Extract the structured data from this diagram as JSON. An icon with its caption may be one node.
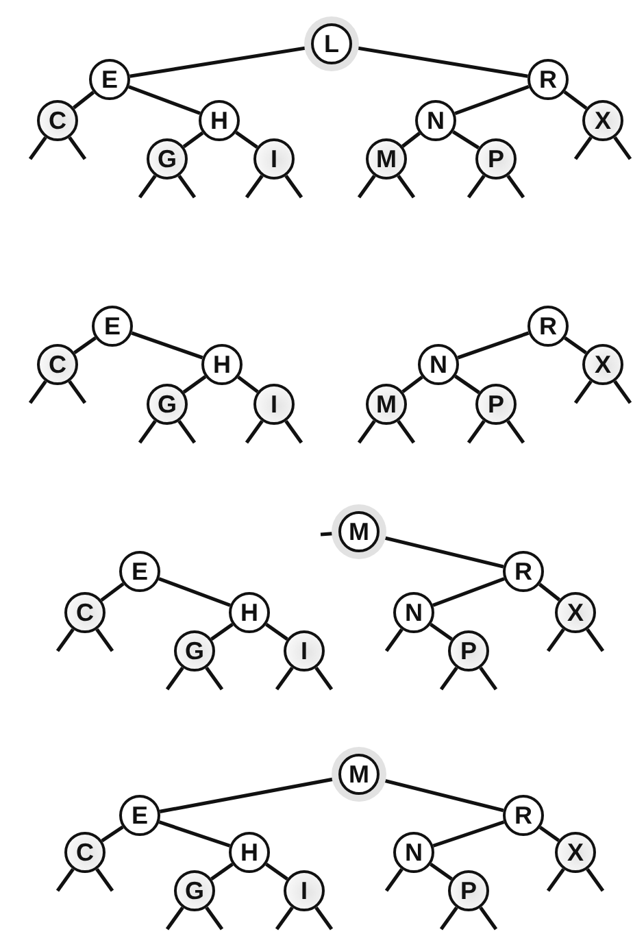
{
  "diagram": {
    "nodes": [
      {
        "text": [
          "L"
        ]
      },
      {
        "text": [
          "E"
        ]
      },
      {
        "text": [
          "R"
        ]
      },
      {
        "text": [
          "C"
        ]
      },
      {
        "text": [
          "H"
        ]
      },
      {
        "text": [
          "N"
        ]
      },
      {
        "text": [
          "X"
        ]
      },
      {
        "text": [
          "G"
        ]
      },
      {
        "text": [
          "I"
        ]
      },
      {
        "text": [
          "M"
        ]
      },
      {
        "text": [
          "P"
        ]
      },
      {
        "text": [
          "E"
        ]
      },
      {
        "text": [
          "R"
        ]
      },
      {
        "text": [
          "C"
        ]
      },
      {
        "text": [
          "H"
        ]
      },
      {
        "text": [
          "N"
        ]
      },
      {
        "text": [
          "X"
        ]
      },
      {
        "text": [
          "G"
        ]
      },
      {
        "text": [
          "I"
        ]
      },
      {
        "text": [
          "M"
        ]
      },
      {
        "text": [
          "P"
        ]
      },
      {
        "text": [
          "M"
        ]
      },
      {
        "text": [
          "E"
        ]
      },
      {
        "text": [
          "R"
        ]
      },
      {
        "text": [
          "C"
        ]
      },
      {
        "text": [
          "H"
        ]
      },
      {
        "text": [
          "N"
        ]
      },
      {
        "text": [
          "X"
        ]
      },
      {
        "text": [
          "G"
        ]
      },
      {
        "text": [
          "I"
        ]
      },
      {
        "text": [
          "P"
        ]
      },
      {
        "text": [
          "M"
        ]
      },
      {
        "text": [
          "E"
        ]
      },
      {
        "text": [
          "R"
        ]
      },
      {
        "text": [
          "C"
        ]
      },
      {
        "text": [
          "H"
        ]
      },
      {
        "text": [
          "N"
        ]
      },
      {
        "text": [
          "X"
        ]
      },
      {
        "text": [
          "G"
        ]
      },
      {
        "text": [
          "I"
        ]
      },
      {
        "text": [
          "P"
        ]
      }
    ],
    "edges": [
      {
        "from": 0,
        "to": 1,
        "arrow": "none"
      },
      {
        "from": 0,
        "to": 2,
        "arrow": "none"
      },
      {
        "from": 1,
        "to": 3,
        "arrow": "none"
      },
      {
        "from": 1,
        "to": 4,
        "arrow": "none"
      },
      {
        "from": 4,
        "to": 7,
        "arrow": "none"
      },
      {
        "from": 4,
        "to": 8,
        "arrow": "none"
      },
      {
        "from": 2,
        "to": 5,
        "arrow": "none"
      },
      {
        "from": 2,
        "to": 6,
        "arrow": "none"
      },
      {
        "from": 5,
        "to": 9,
        "arrow": "none"
      },
      {
        "from": 5,
        "to": 10,
        "arrow": "none"
      },
      {
        "from": 3,
        "to": null,
        "arrow": "none"
      },
      {
        "from": 3,
        "to": null,
        "arrow": "none"
      },
      {
        "from": 7,
        "to": null,
        "arrow": "none"
      },
      {
        "from": 7,
        "to": null,
        "arrow": "none"
      },
      {
        "from": 8,
        "to": null,
        "arrow": "none"
      },
      {
        "from": 8,
        "to": null,
        "arrow": "none"
      },
      {
        "from": 9,
        "to": null,
        "arrow": "none"
      },
      {
        "from": 9,
        "to": null,
        "arrow": "none"
      },
      {
        "from": 10,
        "to": null,
        "arrow": "none"
      },
      {
        "from": 10,
        "to": null,
        "arrow": "none"
      },
      {
        "from": 6,
        "to": null,
        "arrow": "none"
      },
      {
        "from": 6,
        "to": null,
        "arrow": "none"
      },
      {
        "from": 11,
        "to": 13,
        "arrow": "none"
      },
      {
        "from": 11,
        "to": 14,
        "arrow": "none"
      },
      {
        "from": 14,
        "to": 17,
        "arrow": "none"
      },
      {
        "from": 14,
        "to": 18,
        "arrow": "none"
      },
      {
        "from": 12,
        "to": 15,
        "arrow": "none"
      },
      {
        "from": 12,
        "to": 16,
        "arrow": "none"
      },
      {
        "from": 15,
        "to": 19,
        "arrow": "none"
      },
      {
        "from": 15,
        "to": 20,
        "arrow": "none"
      },
      {
        "from": 13,
        "to": null,
        "arrow": "none"
      },
      {
        "from": 13,
        "to": null,
        "arrow": "none"
      },
      {
        "from": 17,
        "to": null,
        "arrow": "none"
      },
      {
        "from": 17,
        "to": null,
        "arrow": "none"
      },
      {
        "from": 18,
        "to": null,
        "arrow": "none"
      },
      {
        "from": 18,
        "to": null,
        "arrow": "none"
      },
      {
        "from": 19,
        "to": null,
        "arrow": "none"
      },
      {
        "from": 19,
        "to": null,
        "arrow": "none"
      },
      {
        "from": 20,
        "to": null,
        "arrow": "none"
      },
      {
        "from": 20,
        "to": null,
        "arrow": "none"
      },
      {
        "from": 16,
        "to": null,
        "arrow": "none"
      },
      {
        "from": 16,
        "to": null,
        "arrow": "none"
      },
      {
        "from": 21,
        "to": null,
        "arrow": "none"
      },
      {
        "from": 21,
        "to": 23,
        "arrow": "none"
      },
      {
        "from": 22,
        "to": 24,
        "arrow": "none"
      },
      {
        "from": 22,
        "to": 25,
        "arrow": "none"
      },
      {
        "from": 25,
        "to": 28,
        "arrow": "none"
      },
      {
        "from": 25,
        "to": 29,
        "arrow": "none"
      },
      {
        "from": 23,
        "to": 26,
        "arrow": "none"
      },
      {
        "from": 23,
        "to": 27,
        "arrow": "none"
      },
      {
        "from": 26,
        "to": 30,
        "arrow": "none"
      },
      {
        "from": 24,
        "to": null,
        "arrow": "none"
      },
      {
        "from": 24,
        "to": null,
        "arrow": "none"
      },
      {
        "from": 28,
        "to": null,
        "arrow": "none"
      },
      {
        "from": 28,
        "to": null,
        "arrow": "none"
      },
      {
        "from": 29,
        "to": null,
        "arrow": "none"
      },
      {
        "from": 29,
        "to": null,
        "arrow": "none"
      },
      {
        "from": 26,
        "to": null,
        "arrow": "none"
      },
      {
        "from": 30,
        "to": null,
        "arrow": "none"
      },
      {
        "from": 30,
        "to": null,
        "arrow": "none"
      },
      {
        "from": 27,
        "to": null,
        "arrow": "none"
      },
      {
        "from": 27,
        "to": null,
        "arrow": "none"
      },
      {
        "from": 31,
        "to": 32,
        "arrow": "none"
      },
      {
        "from": 31,
        "to": 33,
        "arrow": "none"
      },
      {
        "from": 32,
        "to": 34,
        "arrow": "none"
      },
      {
        "from": 32,
        "to": 35,
        "arrow": "none"
      },
      {
        "from": 35,
        "to": 38,
        "arrow": "none"
      },
      {
        "from": 35,
        "to": 39,
        "arrow": "none"
      },
      {
        "from": 33,
        "to": 36,
        "arrow": "none"
      },
      {
        "from": 33,
        "to": 37,
        "arrow": "none"
      },
      {
        "from": 36,
        "to": 40,
        "arrow": "none"
      },
      {
        "from": 34,
        "to": null,
        "arrow": "none"
      },
      {
        "from": 34,
        "to": null,
        "arrow": "none"
      },
      {
        "from": 38,
        "to": null,
        "arrow": "none"
      },
      {
        "from": 38,
        "to": null,
        "arrow": "none"
      },
      {
        "from": 39,
        "to": null,
        "arrow": "none"
      },
      {
        "from": 39,
        "to": null,
        "arrow": "none"
      },
      {
        "from": 36,
        "to": null,
        "arrow": "none"
      },
      {
        "from": 40,
        "to": null,
        "arrow": "none"
      },
      {
        "from": 40,
        "to": null,
        "arrow": "none"
      },
      {
        "from": 37,
        "to": null,
        "arrow": "none"
      },
      {
        "from": 37,
        "to": null,
        "arrow": "none"
      }
    ]
  }
}
